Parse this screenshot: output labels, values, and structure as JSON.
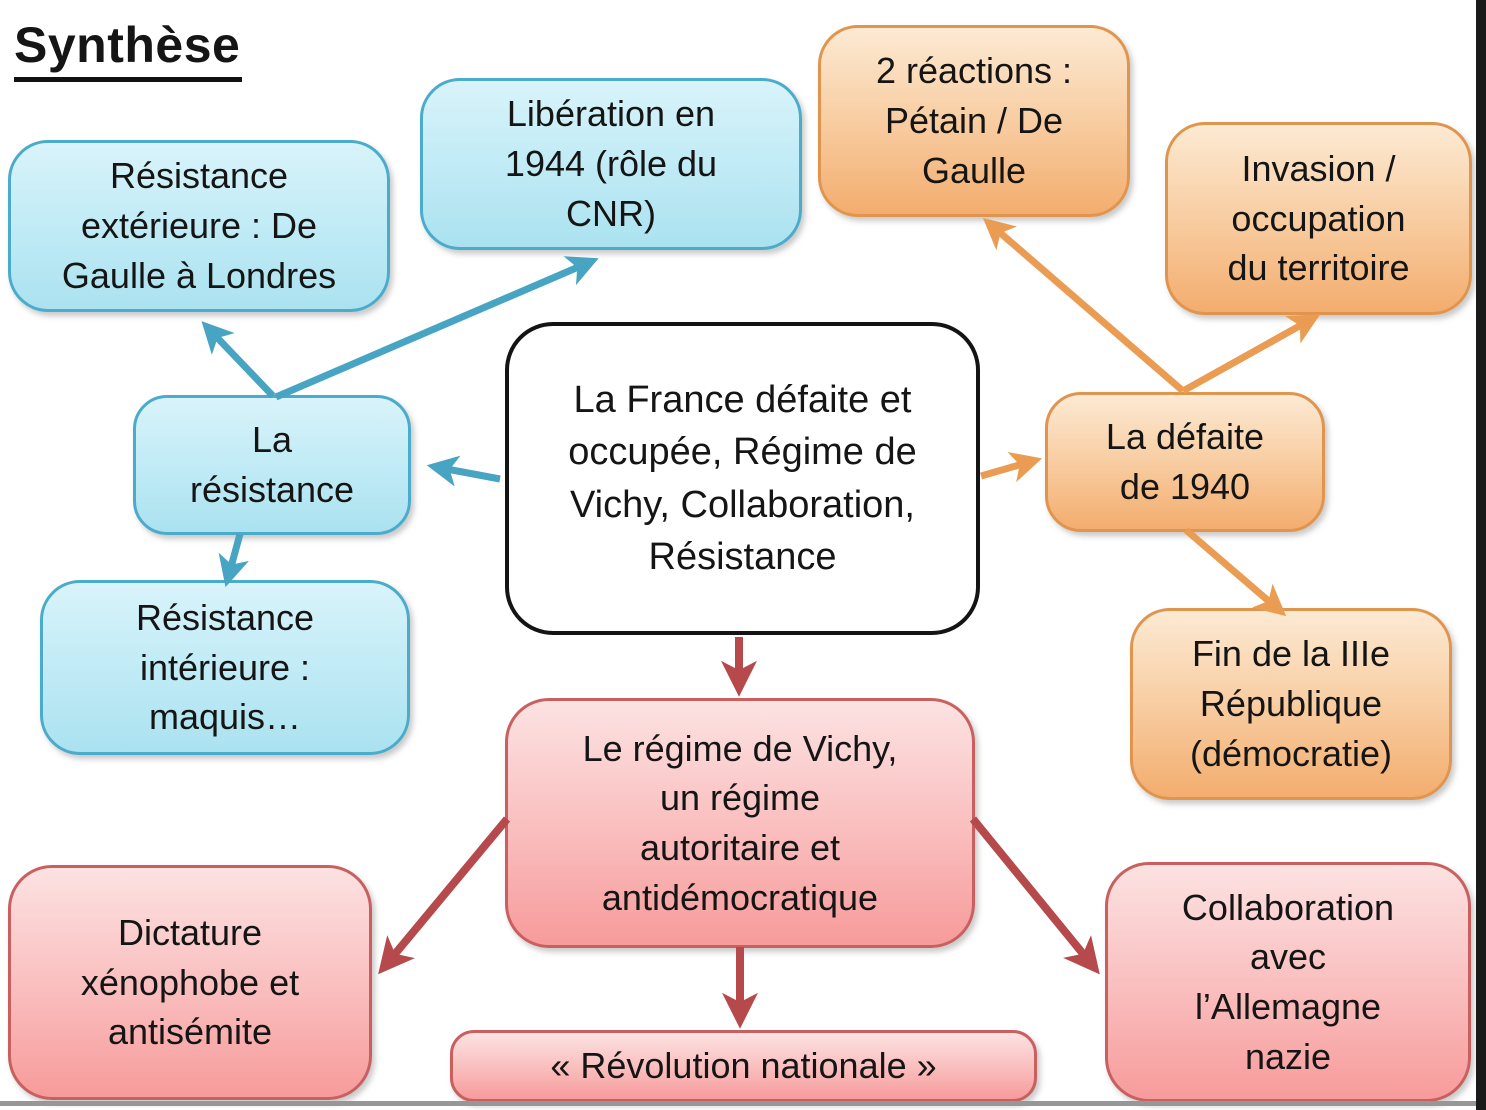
{
  "slide": {
    "title": "Synthèse"
  },
  "nodes": {
    "center": {
      "label": "La France défaite et\noccupée, Régime de\nVichy, Collaboration,\nRésistance"
    },
    "resistance_exterieure": {
      "label": "Résistance\nextérieure : De\nGaulle à Londres"
    },
    "liberation_1944": {
      "label": "Libération en\n1944 (rôle du\nCNR)"
    },
    "la_resistance": {
      "label": "La\nrésistance"
    },
    "resistance_interieure": {
      "label": "Résistance\nintérieure :\nmaquis…"
    },
    "deux_reactions": {
      "label": "2 réactions :\nPétain / De\nGaulle"
    },
    "invasion_occupation": {
      "label": "Invasion /\noccupation\ndu territoire"
    },
    "defaite_1940": {
      "label": "La défaite\nde 1940"
    },
    "fin_3e_republique": {
      "label": "Fin de la IIIe\nRépublique\n(démocratie)"
    },
    "regime_vichy": {
      "label": "Le régime de Vichy,\nun régime\nautoritaire et\nantidémocratique"
    },
    "dictature": {
      "label": "Dictature\nxénophobe et\nantisémite"
    },
    "revolution_nationale": {
      "label": "« Révolution nationale »"
    },
    "collaboration_allemagne": {
      "label": "Collaboration\navec\nl’Allemagne\nnazie"
    }
  },
  "edges": [
    {
      "from": "center",
      "to": "la_resistance",
      "color": "teal"
    },
    {
      "from": "la_resistance",
      "to": "resistance_exterieure",
      "color": "teal"
    },
    {
      "from": "la_resistance",
      "to": "liberation_1944",
      "color": "teal"
    },
    {
      "from": "la_resistance",
      "to": "resistance_interieure",
      "color": "teal"
    },
    {
      "from": "center",
      "to": "defaite_1940",
      "color": "orange"
    },
    {
      "from": "defaite_1940",
      "to": "deux_reactions",
      "color": "orange"
    },
    {
      "from": "defaite_1940",
      "to": "invasion_occupation",
      "color": "orange"
    },
    {
      "from": "defaite_1940",
      "to": "fin_3e_republique",
      "color": "orange"
    },
    {
      "from": "center",
      "to": "regime_vichy",
      "color": "red"
    },
    {
      "from": "regime_vichy",
      "to": "dictature",
      "color": "red"
    },
    {
      "from": "regime_vichy",
      "to": "revolution_nationale",
      "color": "red"
    },
    {
      "from": "regime_vichy",
      "to": "collaboration_allemagne",
      "color": "red"
    }
  ],
  "colors": {
    "blue_box_top": "#d9f3fa",
    "blue_box_bottom": "#abe2f0",
    "blue_border": "#4aabca",
    "teal_arrow": "#47a4c3",
    "orange_box_top": "#fcead3",
    "orange_box_bottom": "#f3ad6e",
    "orange_border": "#e0954f",
    "orange_arrow": "#eb9c53",
    "red_box_top": "#fce2e2",
    "red_box_bottom": "#f79b9b",
    "red_border": "#c96060",
    "red_arrow": "#b5494b",
    "center_border": "#141414",
    "slide_edge_bar": "#1a1a1a",
    "slide_edge_line": "#979797"
  }
}
